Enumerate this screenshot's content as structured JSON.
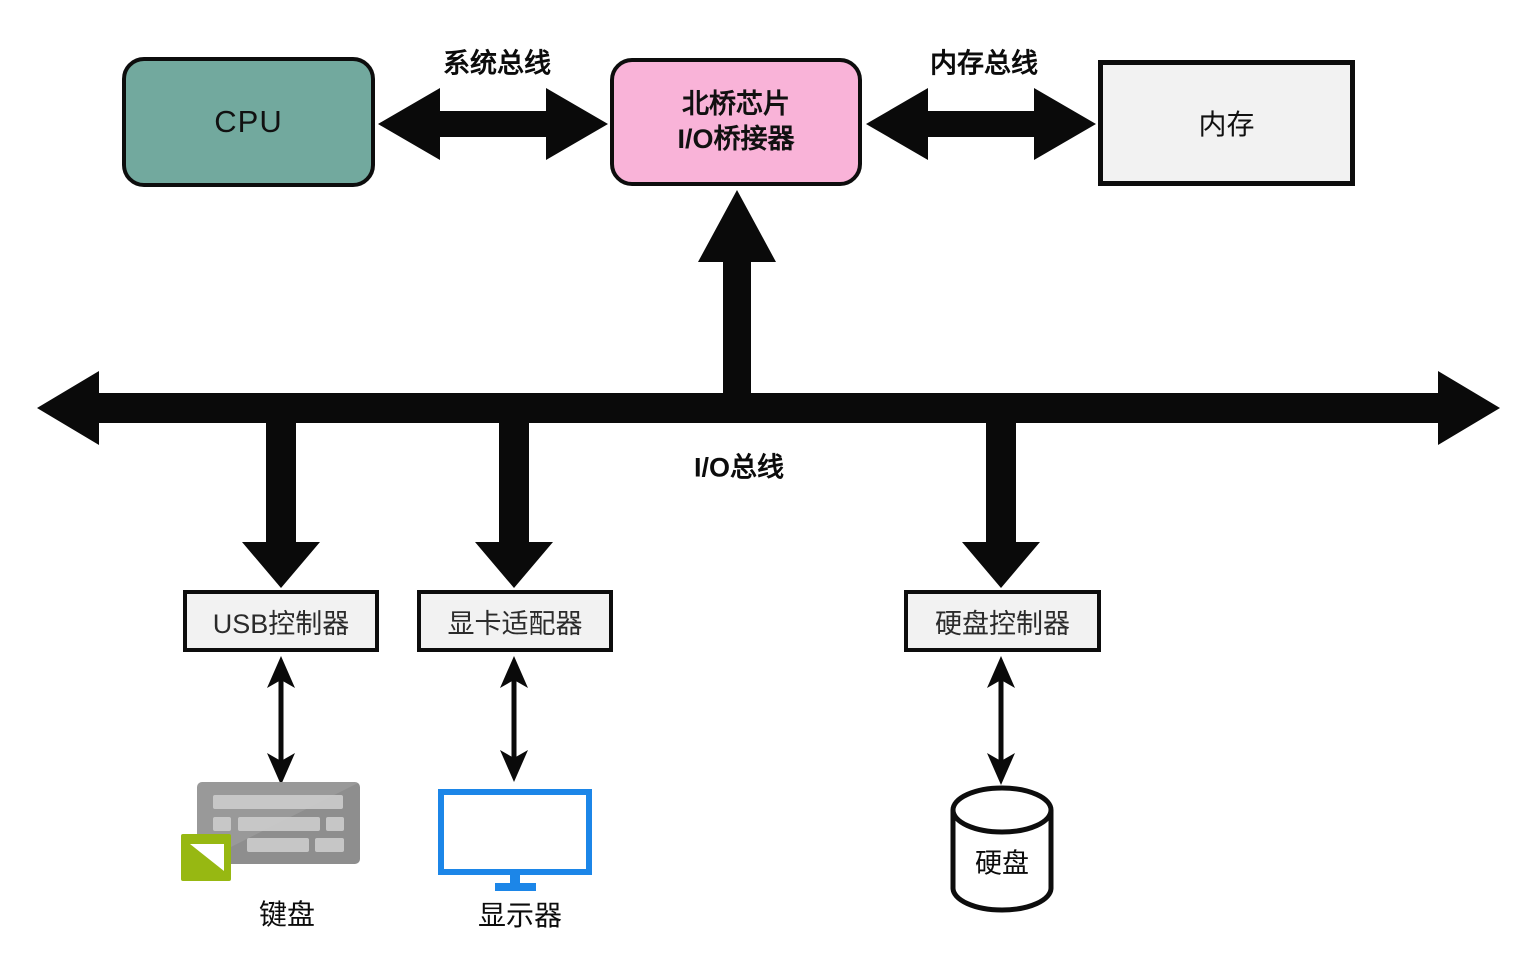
{
  "diagram": {
    "nodes": {
      "cpu": "CPU",
      "northbridge_line1": "北桥芯片",
      "northbridge_line2": "I/O桥接器",
      "memory": "内存",
      "usb_controller": "USB控制器",
      "graphics_adapter": "显卡适配器",
      "disk_controller": "硬盘控制器",
      "keyboard": "键盘",
      "monitor": "显示器",
      "hard_disk": "硬盘"
    },
    "buses": {
      "system_bus": "系统总线",
      "memory_bus": "内存总线",
      "io_bus": "I/O总线"
    },
    "colors": {
      "cpu_fill": "#72a99e",
      "bridge_fill": "#f9b3d8",
      "box_fill": "#f2f2f2",
      "arrow_black": "#0a0a0a",
      "monitor_blue": "#1c86e8",
      "keyboard_gray": "#8e8e8e",
      "key_gray": "#cccccc",
      "badge_green": "#97b812"
    }
  }
}
